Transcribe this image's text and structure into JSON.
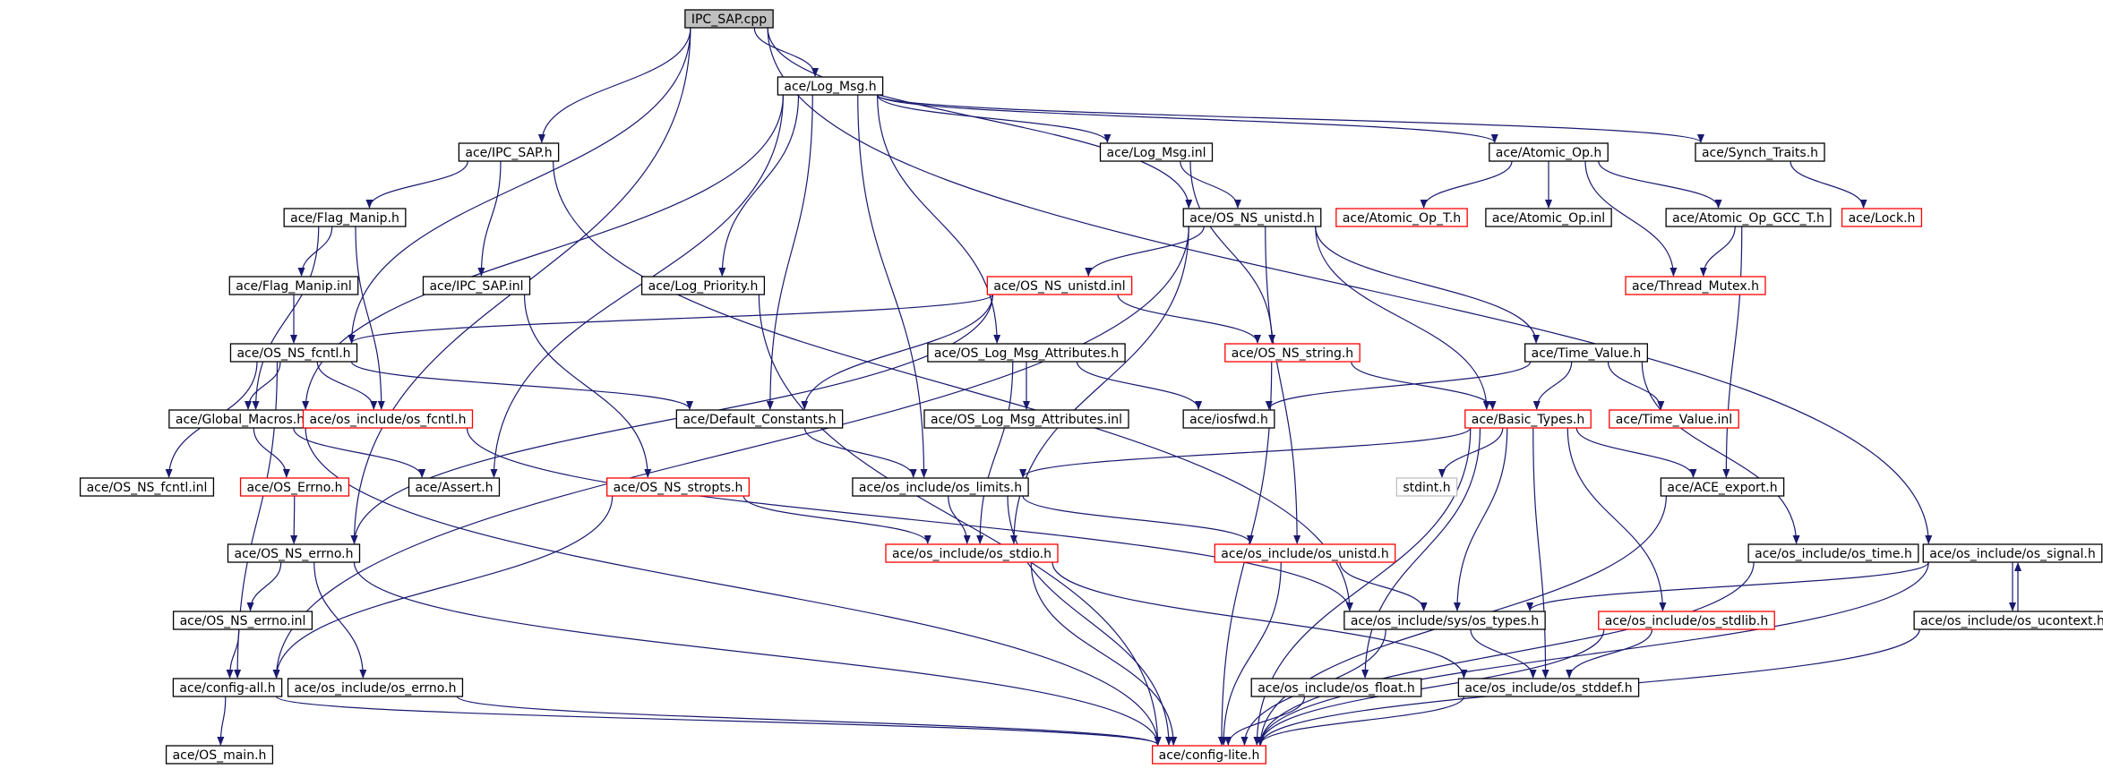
{
  "graph": {
    "colors": {
      "edge": "#191970",
      "root_fill": "#bfbfbf",
      "normal_border": "#000000",
      "truncated_border": "#ff0000",
      "external_border": "#bfbfbf"
    },
    "nodes": [
      {
        "id": "ipc_sap_cpp",
        "label": "IPC_SAP.cpp",
        "kind": "root"
      },
      {
        "id": "log_msg_h",
        "label": "ace/Log_Msg.h",
        "kind": "normal"
      },
      {
        "id": "ipc_sap_h",
        "label": "ace/IPC_SAP.h",
        "kind": "normal"
      },
      {
        "id": "log_msg_inl",
        "label": "ace/Log_Msg.inl",
        "kind": "normal"
      },
      {
        "id": "atomic_op_h",
        "label": "ace/Atomic_Op.h",
        "kind": "normal"
      },
      {
        "id": "synch_traits_h",
        "label": "ace/Synch_Traits.h",
        "kind": "normal"
      },
      {
        "id": "flag_manip_h",
        "label": "ace/Flag_Manip.h",
        "kind": "normal"
      },
      {
        "id": "os_ns_unistd_h",
        "label": "ace/OS_NS_unistd.h",
        "kind": "normal"
      },
      {
        "id": "atomic_op_t_h",
        "label": "ace/Atomic_Op_T.h",
        "kind": "truncated"
      },
      {
        "id": "atomic_op_inl",
        "label": "ace/Atomic_Op.inl",
        "kind": "normal"
      },
      {
        "id": "atomic_op_gcc_t_h",
        "label": "ace/Atomic_Op_GCC_T.h",
        "kind": "normal"
      },
      {
        "id": "lock_h",
        "label": "ace/Lock.h",
        "kind": "truncated"
      },
      {
        "id": "flag_manip_inl",
        "label": "ace/Flag_Manip.inl",
        "kind": "normal"
      },
      {
        "id": "ipc_sap_inl",
        "label": "ace/IPC_SAP.inl",
        "kind": "normal"
      },
      {
        "id": "log_priority_h",
        "label": "ace/Log_Priority.h",
        "kind": "normal"
      },
      {
        "id": "os_ns_unistd_inl",
        "label": "ace/OS_NS_unistd.inl",
        "kind": "truncated"
      },
      {
        "id": "thread_mutex_h",
        "label": "ace/Thread_Mutex.h",
        "kind": "truncated"
      },
      {
        "id": "os_ns_fcntl_h",
        "label": "ace/OS_NS_fcntl.h",
        "kind": "normal"
      },
      {
        "id": "os_log_msg_attributes_h",
        "label": "ace/OS_Log_Msg_Attributes.h",
        "kind": "normal"
      },
      {
        "id": "os_ns_string_h",
        "label": "ace/OS_NS_string.h",
        "kind": "truncated"
      },
      {
        "id": "time_value_h",
        "label": "ace/Time_Value.h",
        "kind": "normal"
      },
      {
        "id": "global_macros_h",
        "label": "ace/Global_Macros.h",
        "kind": "normal"
      },
      {
        "id": "os_include_os_fcntl_h",
        "label": "ace/os_include/os_fcntl.h",
        "kind": "truncated"
      },
      {
        "id": "default_constants_h",
        "label": "ace/Default_Constants.h",
        "kind": "normal"
      },
      {
        "id": "os_log_msg_attributes_inl",
        "label": "ace/OS_Log_Msg_Attributes.inl",
        "kind": "normal"
      },
      {
        "id": "iosfwd_h",
        "label": "ace/iosfwd.h",
        "kind": "normal"
      },
      {
        "id": "basic_types_h",
        "label": "ace/Basic_Types.h",
        "kind": "truncated"
      },
      {
        "id": "time_value_inl",
        "label": "ace/Time_Value.inl",
        "kind": "truncated"
      },
      {
        "id": "os_ns_fcntl_inl",
        "label": "ace/OS_NS_fcntl.inl",
        "kind": "normal"
      },
      {
        "id": "os_errno_h",
        "label": "ace/OS_Errno.h",
        "kind": "truncated"
      },
      {
        "id": "assert_h",
        "label": "ace/Assert.h",
        "kind": "normal"
      },
      {
        "id": "os_ns_stropts_h",
        "label": "ace/OS_NS_stropts.h",
        "kind": "truncated"
      },
      {
        "id": "os_include_os_limits_h",
        "label": "ace/os_include/os_limits.h",
        "kind": "normal"
      },
      {
        "id": "stdint_h",
        "label": "stdint.h",
        "kind": "external"
      },
      {
        "id": "ace_export_h",
        "label": "ace/ACE_export.h",
        "kind": "normal"
      },
      {
        "id": "os_ns_errno_h",
        "label": "ace/OS_NS_errno.h",
        "kind": "normal"
      },
      {
        "id": "os_include_os_stdio_h",
        "label": "ace/os_include/os_stdio.h",
        "kind": "truncated"
      },
      {
        "id": "os_include_os_unistd_h",
        "label": "ace/os_include/os_unistd.h",
        "kind": "truncated"
      },
      {
        "id": "os_include_os_time_h",
        "label": "ace/os_include/os_time.h",
        "kind": "normal"
      },
      {
        "id": "os_include_os_signal_h",
        "label": "ace/os_include/os_signal.h",
        "kind": "normal"
      },
      {
        "id": "os_ns_errno_inl",
        "label": "ace/OS_NS_errno.inl",
        "kind": "normal"
      },
      {
        "id": "os_include_sys_os_types_h",
        "label": "ace/os_include/sys/os_types.h",
        "kind": "normal"
      },
      {
        "id": "os_include_os_stdlib_h",
        "label": "ace/os_include/os_stdlib.h",
        "kind": "truncated"
      },
      {
        "id": "os_include_os_ucontext_h",
        "label": "ace/os_include/os_ucontext.h",
        "kind": "normal"
      },
      {
        "id": "config_all_h",
        "label": "ace/config-all.h",
        "kind": "normal"
      },
      {
        "id": "os_include_os_errno_h",
        "label": "ace/os_include/os_errno.h",
        "kind": "normal"
      },
      {
        "id": "os_include_os_float_h",
        "label": "ace/os_include/os_float.h",
        "kind": "normal"
      },
      {
        "id": "os_include_os_stddef_h",
        "label": "ace/os_include/os_stddef.h",
        "kind": "normal"
      },
      {
        "id": "os_main_h",
        "label": "ace/OS_main.h",
        "kind": "normal"
      },
      {
        "id": "config_lite_h",
        "label": "ace/config-lite.h",
        "kind": "truncated"
      }
    ],
    "edges": [
      [
        "ipc_sap_cpp",
        "log_msg_h"
      ],
      [
        "ipc_sap_cpp",
        "ipc_sap_h"
      ],
      [
        "ipc_sap_cpp",
        "os_ns_fcntl_h"
      ],
      [
        "ipc_sap_cpp",
        "os_ns_errno_h"
      ],
      [
        "ipc_sap_cpp",
        "os_ns_unistd_h"
      ],
      [
        "ipc_sap_cpp",
        "os_include_os_signal_h"
      ],
      [
        "log_msg_h",
        "log_msg_inl"
      ],
      [
        "log_msg_h",
        "atomic_op_h"
      ],
      [
        "log_msg_h",
        "synch_traits_h"
      ],
      [
        "log_msg_h",
        "log_priority_h"
      ],
      [
        "log_msg_h",
        "os_log_msg_attributes_h"
      ],
      [
        "log_msg_h",
        "default_constants_h"
      ],
      [
        "log_msg_h",
        "global_macros_h"
      ],
      [
        "log_msg_h",
        "assert_h"
      ],
      [
        "log_msg_h",
        "os_include_os_limits_h"
      ],
      [
        "ipc_sap_h",
        "flag_manip_h"
      ],
      [
        "ipc_sap_h",
        "ipc_sap_inl"
      ],
      [
        "ipc_sap_h",
        "os_include_sys_os_types_h"
      ],
      [
        "log_msg_inl",
        "os_ns_unistd_h"
      ],
      [
        "log_msg_inl",
        "os_ns_string_h"
      ],
      [
        "atomic_op_h",
        "atomic_op_t_h"
      ],
      [
        "atomic_op_h",
        "atomic_op_inl"
      ],
      [
        "atomic_op_h",
        "atomic_op_gcc_t_h"
      ],
      [
        "atomic_op_h",
        "thread_mutex_h"
      ],
      [
        "synch_traits_h",
        "lock_h"
      ],
      [
        "atomic_op_gcc_t_h",
        "thread_mutex_h"
      ],
      [
        "atomic_op_gcc_t_h",
        "ace_export_h"
      ],
      [
        "flag_manip_h",
        "flag_manip_inl"
      ],
      [
        "flag_manip_h",
        "global_macros_h"
      ],
      [
        "flag_manip_h",
        "os_include_os_fcntl_h"
      ],
      [
        "flag_manip_inl",
        "os_ns_fcntl_h"
      ],
      [
        "ipc_sap_inl",
        "os_ns_stropts_h"
      ],
      [
        "os_ns_unistd_h",
        "os_ns_unistd_inl"
      ],
      [
        "os_ns_unistd_h",
        "time_value_h"
      ],
      [
        "os_ns_unistd_h",
        "basic_types_h"
      ],
      [
        "os_ns_unistd_h",
        "os_include_os_unistd_h"
      ],
      [
        "os_ns_unistd_h",
        "os_include_os_stdio_h"
      ],
      [
        "os_ns_unistd_h",
        "config_all_h"
      ],
      [
        "os_ns_unistd_inl",
        "os_ns_fcntl_h"
      ],
      [
        "os_ns_unistd_inl",
        "os_ns_string_h"
      ],
      [
        "os_ns_unistd_inl",
        "default_constants_h"
      ],
      [
        "os_ns_unistd_inl",
        "os_ns_errno_h"
      ],
      [
        "log_priority_h",
        "config_lite_h"
      ],
      [
        "os_ns_fcntl_h",
        "global_macros_h"
      ],
      [
        "os_ns_fcntl_h",
        "os_include_os_fcntl_h"
      ],
      [
        "os_ns_fcntl_h",
        "default_constants_h"
      ],
      [
        "os_ns_fcntl_h",
        "os_ns_fcntl_inl"
      ],
      [
        "os_ns_fcntl_h",
        "config_all_h"
      ],
      [
        "os_log_msg_attributes_h",
        "os_log_msg_attributes_inl"
      ],
      [
        "os_log_msg_attributes_h",
        "iosfwd_h"
      ],
      [
        "os_log_msg_attributes_h",
        "os_include_os_stdio_h"
      ],
      [
        "os_ns_string_h",
        "basic_types_h"
      ],
      [
        "os_ns_string_h",
        "config_lite_h"
      ],
      [
        "time_value_h",
        "basic_types_h"
      ],
      [
        "time_value_h",
        "time_value_inl"
      ],
      [
        "time_value_h",
        "iosfwd_h"
      ],
      [
        "time_value_h",
        "os_include_os_time_h"
      ],
      [
        "global_macros_h",
        "os_errno_h"
      ],
      [
        "global_macros_h",
        "assert_h"
      ],
      [
        "global_macros_h",
        "config_lite_h"
      ],
      [
        "os_include_os_fcntl_h",
        "os_include_sys_os_types_h"
      ],
      [
        "default_constants_h",
        "os_include_os_limits_h"
      ],
      [
        "basic_types_h",
        "os_include_os_limits_h"
      ],
      [
        "basic_types_h",
        "stdint_h"
      ],
      [
        "basic_types_h",
        "ace_export_h"
      ],
      [
        "basic_types_h",
        "os_include_sys_os_types_h"
      ],
      [
        "basic_types_h",
        "os_include_os_stdlib_h"
      ],
      [
        "basic_types_h",
        "os_include_os_float_h"
      ],
      [
        "basic_types_h",
        "os_include_os_stddef_h"
      ],
      [
        "basic_types_h",
        "config_lite_h"
      ],
      [
        "os_errno_h",
        "os_ns_errno_h"
      ],
      [
        "os_ns_stropts_h",
        "os_include_os_stdio_h"
      ],
      [
        "os_ns_stropts_h",
        "config_all_h"
      ],
      [
        "os_include_os_limits_h",
        "os_include_os_stdio_h"
      ],
      [
        "os_include_os_limits_h",
        "os_include_os_unistd_h"
      ],
      [
        "os_include_os_limits_h",
        "config_lite_h"
      ],
      [
        "ace_export_h",
        "config_lite_h"
      ],
      [
        "os_ns_errno_h",
        "os_ns_errno_inl"
      ],
      [
        "os_ns_errno_h",
        "os_include_os_errno_h"
      ],
      [
        "os_ns_errno_h",
        "config_lite_h"
      ],
      [
        "os_include_os_stdio_h",
        "os_include_os_stddef_h"
      ],
      [
        "os_include_os_stdio_h",
        "config_lite_h"
      ],
      [
        "os_include_os_unistd_h",
        "os_include_sys_os_types_h"
      ],
      [
        "os_include_os_unistd_h",
        "config_lite_h"
      ],
      [
        "os_include_os_time_h",
        "config_lite_h"
      ],
      [
        "os_include_os_signal_h",
        "os_include_sys_os_types_h"
      ],
      [
        "os_include_os_signal_h",
        "os_include_os_ucontext_h"
      ],
      [
        "os_include_os_signal_h",
        "config_lite_h"
      ],
      [
        "os_ns_errno_inl",
        "config_all_h"
      ],
      [
        "os_include_sys_os_types_h",
        "os_include_os_stddef_h"
      ],
      [
        "os_include_sys_os_types_h",
        "config_lite_h"
      ],
      [
        "os_include_os_stdlib_h",
        "os_include_os_stddef_h"
      ],
      [
        "os_include_os_stdlib_h",
        "config_lite_h"
      ],
      [
        "os_include_os_ucontext_h",
        "os_include_os_signal_h"
      ],
      [
        "os_include_os_ucontext_h",
        "config_lite_h"
      ],
      [
        "config_all_h",
        "os_main_h"
      ],
      [
        "config_all_h",
        "config_lite_h"
      ],
      [
        "os_include_os_errno_h",
        "config_lite_h"
      ],
      [
        "os_include_os_float_h",
        "config_lite_h"
      ],
      [
        "os_include_os_stddef_h",
        "config_lite_h"
      ]
    ]
  }
}
